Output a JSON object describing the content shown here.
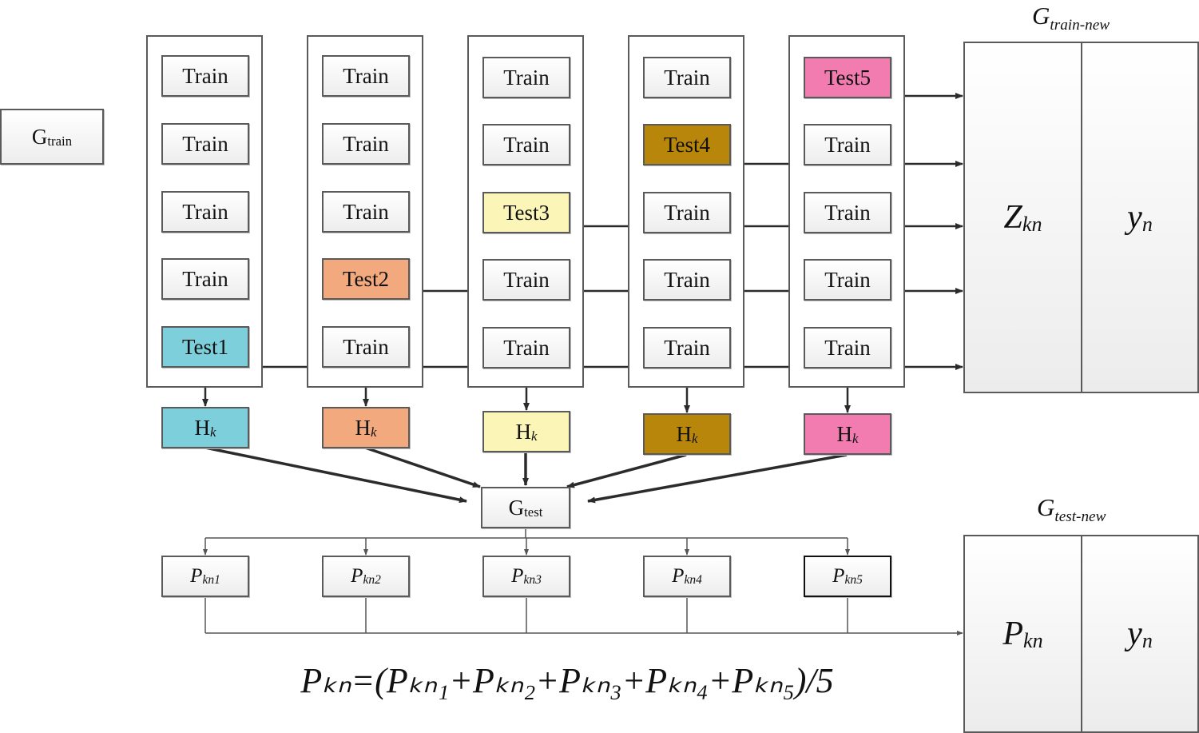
{
  "g_train": {
    "main": "G",
    "sub": "train"
  },
  "folds": [
    {
      "cells": [
        "Train",
        "Train",
        "Train",
        "Train",
        "Test1"
      ],
      "test_index": 4,
      "test_color": "#7ecfdc"
    },
    {
      "cells": [
        "Train",
        "Train",
        "Train",
        "Test2",
        "Train"
      ],
      "test_index": 3,
      "test_color": "#f2a97e"
    },
    {
      "cells": [
        "Train",
        "Train",
        "Test3",
        "Train",
        "Train"
      ],
      "test_index": 2,
      "test_color": "#fbf6b7"
    },
    {
      "cells": [
        "Train",
        "Test4",
        "Train",
        "Train",
        "Train"
      ],
      "test_index": 1,
      "test_color": "#b8860b"
    },
    {
      "cells": [
        "Test5",
        "Train",
        "Train",
        "Train",
        "Train"
      ],
      "test_index": 0,
      "test_color": "#f27bb0"
    }
  ],
  "h_label": {
    "main": "H",
    "sub": "k"
  },
  "g_test": {
    "main": "G",
    "sub": "test"
  },
  "p_boxes": [
    {
      "main": "P",
      "sub": "kn1"
    },
    {
      "main": "P",
      "sub": "kn2"
    },
    {
      "main": "P",
      "sub": "kn3"
    },
    {
      "main": "P",
      "sub": "kn4"
    },
    {
      "main": "P",
      "sub": "kn5"
    }
  ],
  "train_new": {
    "title": {
      "main": "G",
      "sub": "train-new"
    },
    "col1": {
      "main": "Z",
      "sub": "kn"
    },
    "col2": {
      "main": "y",
      "sub": "n"
    }
  },
  "test_new": {
    "title": {
      "main": "G",
      "sub": "test-new"
    },
    "col1": {
      "main": "P",
      "sub": "kn"
    },
    "col2": {
      "main": "y",
      "sub": "n"
    }
  },
  "formula": "Pₖₙ=(Pₖₙ₁+Pₖₙ₂+Pₖₙ₃+Pₖₙ₄+Pₖₙ₅)/5",
  "colors": {
    "line": "#2b2b2b",
    "box_border": "#5a5a5a"
  }
}
